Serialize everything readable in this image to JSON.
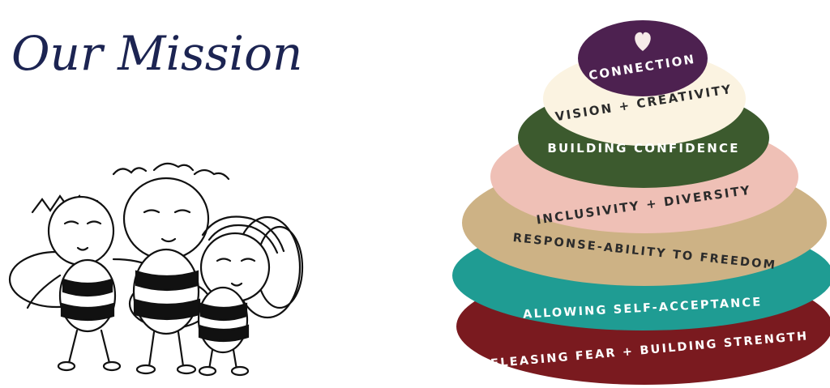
{
  "heading": {
    "text": "Our Mission",
    "color": "#1c2452"
  },
  "pyramid": {
    "top_icon": "heart-icon",
    "layers": [
      {
        "label": "CONNECTION",
        "fill": "#4d2150",
        "text_color": "#ffffff"
      },
      {
        "label": "VISION + CREATIVITY",
        "fill": "#fbf3e1",
        "text_color": "#2b2b2b"
      },
      {
        "label": "BUILDING CONFIDENCE",
        "fill": "#3c5a2e",
        "text_color": "#ffffff"
      },
      {
        "label": "INCLUSIVITY + DIVERSITY",
        "fill": "#efc0b6",
        "text_color": "#2b2b2b"
      },
      {
        "label": "RESPONSE-ABILITY TO FREEDOM",
        "fill": "#cdb285",
        "text_color": "#2b2b2b"
      },
      {
        "label": "ALLOWING SELF-ACCEPTANCE",
        "fill": "#1f9c93",
        "text_color": "#ffffff"
      },
      {
        "label": "RELEASING FEAR + BUILDING STRENGTH",
        "fill": "#7a1a1f",
        "text_color": "#ffffff"
      }
    ]
  },
  "illustration": {
    "subject": "three-bees-hugging"
  }
}
